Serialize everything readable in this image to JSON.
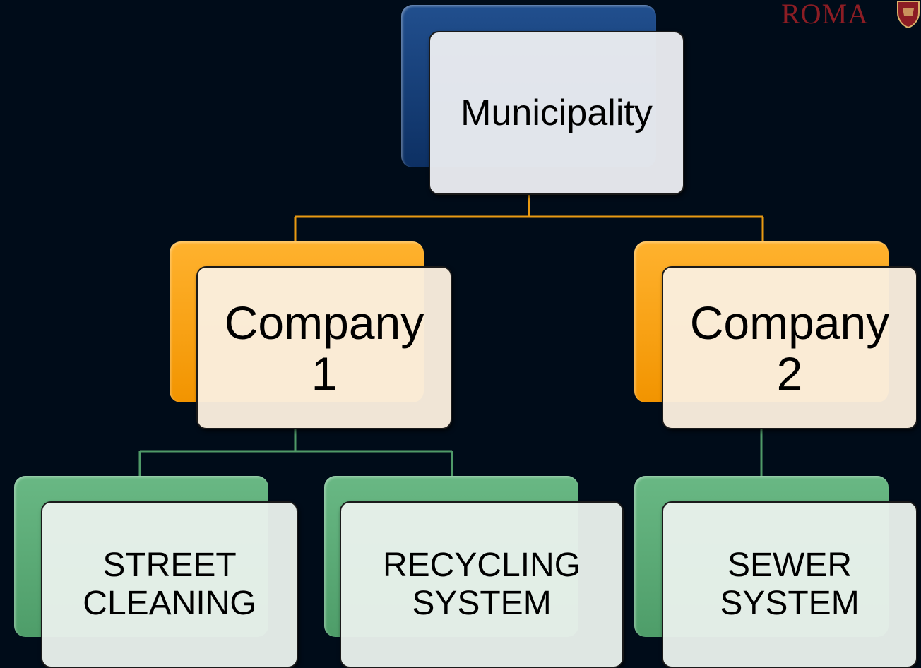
{
  "logo": {
    "text": "ROMA",
    "emblem": "shield-emblem"
  },
  "colors": {
    "background": "#000c19",
    "connector_top": "#e89a12",
    "connector_bottom": "#4f9a68",
    "root": "#143f7a",
    "level1": "#f7a000",
    "level2": "#5aaa75"
  },
  "nodes": {
    "municipality": {
      "label": "Municipality"
    },
    "company1": {
      "label": "Company\n1"
    },
    "company2": {
      "label": "Company\n2"
    },
    "street_cleaning": {
      "label": "STREET\nCLEANING"
    },
    "recycling_system": {
      "label": "RECYCLING\nSYSTEM"
    },
    "sewer_system": {
      "label": "SEWER\nSYSTEM"
    }
  }
}
